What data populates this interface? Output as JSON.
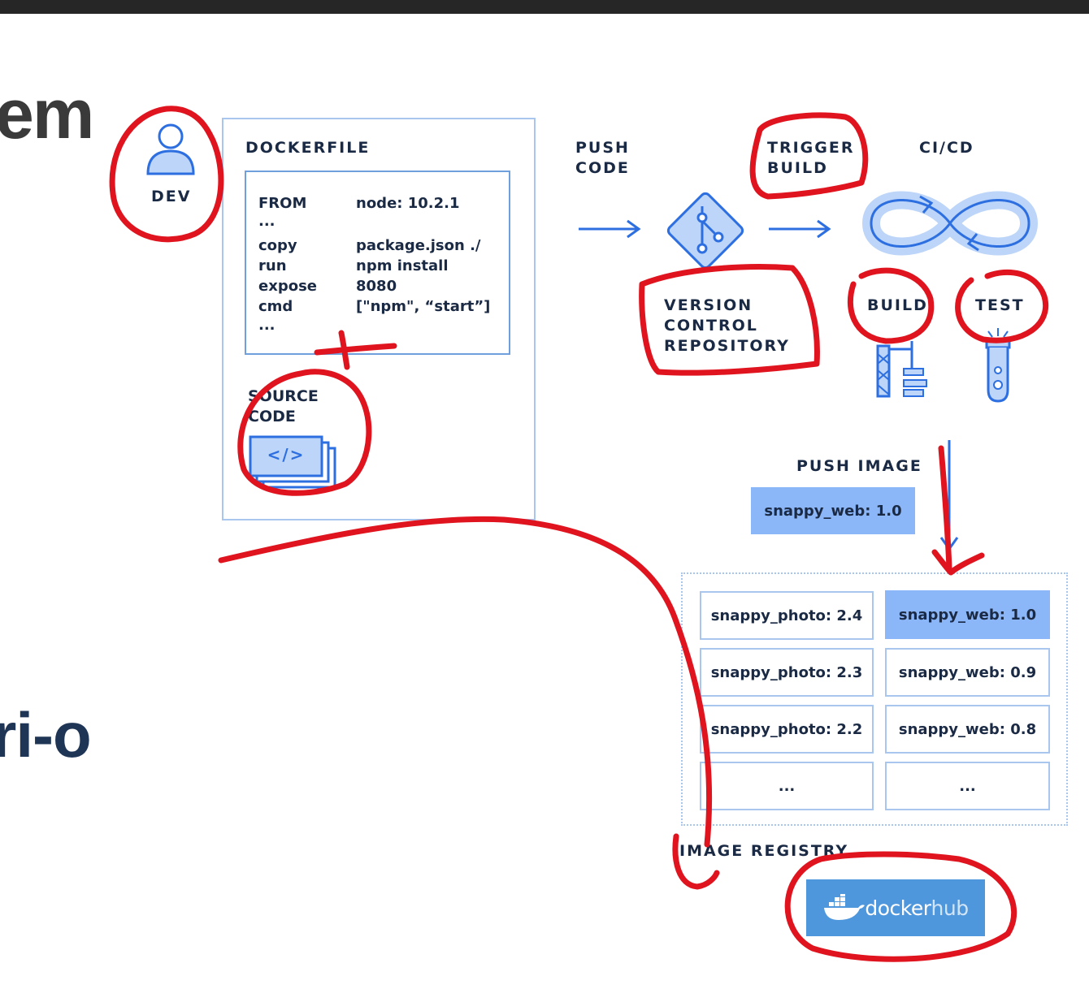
{
  "slide": {
    "partial_title": "em",
    "partial_word": "ri-o"
  },
  "diagram": {
    "dev_label": "DEV",
    "dockerfile_title": "DOCKERFILE",
    "dockerfile_lines": [
      {
        "instruction": "FROM",
        "argument": "node: 10.2.1"
      },
      {
        "instruction": "...",
        "argument": ""
      },
      {
        "instruction": "copy",
        "argument": "package.json ./"
      },
      {
        "instruction": "run",
        "argument": "npm install"
      },
      {
        "instruction": "expose",
        "argument": "8080"
      },
      {
        "instruction": "cmd",
        "argument": "[\"npm\", “start”]"
      },
      {
        "instruction": "...",
        "argument": ""
      }
    ],
    "source_code_label": "SOURCE\nCODE",
    "source_code_icon_text": "</>",
    "push_code_label": "PUSH\nCODE",
    "trigger_build_label": "TRIGGER\nBUILD",
    "ci_cd_label": "CI/CD",
    "vcs_label": "VERSION\nCONTROL\nREPOSITORY",
    "build_label": "BUILD",
    "test_label": "TEST",
    "push_image_label": "PUSH IMAGE",
    "pushed_image_tag": "snappy_web: 1.0",
    "registry_rows": [
      {
        "left": "snappy_photo: 2.4",
        "right": "snappy_web: 1.0"
      },
      {
        "left": "snappy_photo: 2.3",
        "right": "snappy_web: 0.9"
      },
      {
        "left": "snappy_photo: 2.2",
        "right": "snappy_web: 0.8"
      },
      {
        "left": "...",
        "right": "..."
      }
    ],
    "image_registry_label": "IMAGE REGISTRY",
    "dockerhub": {
      "docker": "docker",
      "hub": "hub"
    }
  },
  "colors": {
    "annotation_red": "#e0141e",
    "accent_blue": "#2d6fe0",
    "light_blue": "#8bb6f7",
    "box_border": "#a8c6ee",
    "hub_blue": "#4e97dd"
  }
}
